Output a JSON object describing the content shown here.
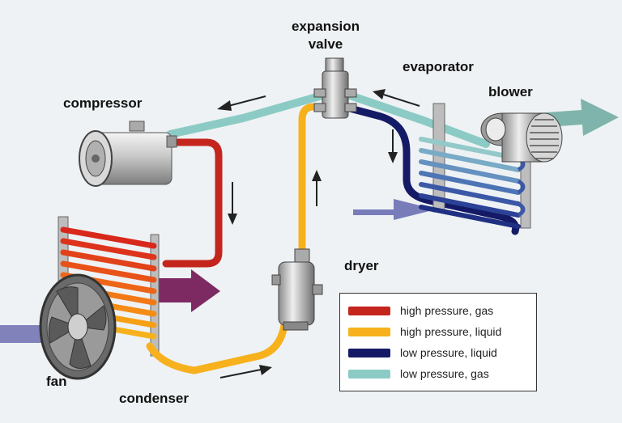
{
  "labels": {
    "expansion_valve_line1": "expansion",
    "expansion_valve_line2": "valve",
    "evaporator": "evaporator",
    "blower": "blower",
    "compressor": "compressor",
    "dryer": "dryer",
    "fan": "fan",
    "condenser": "condenser"
  },
  "legend": [
    {
      "label": "high pressure, gas",
      "color": "#c4251c"
    },
    {
      "label": "high pressure, liquid",
      "color": "#f7b11d"
    },
    {
      "label": "low pressure, liquid",
      "color": "#151a66"
    },
    {
      "label": "low pressure, gas",
      "color": "#8ccbc5"
    }
  ],
  "colors": {
    "high_gas": "#c4251c",
    "high_liquid": "#f7b11d",
    "low_liquid": "#151a66",
    "low_gas": "#8ccbc5",
    "airflow_in": "#6e6fb0",
    "airflow_hot": "#7e2a62",
    "airflow_cold": "#7fb4ac"
  }
}
